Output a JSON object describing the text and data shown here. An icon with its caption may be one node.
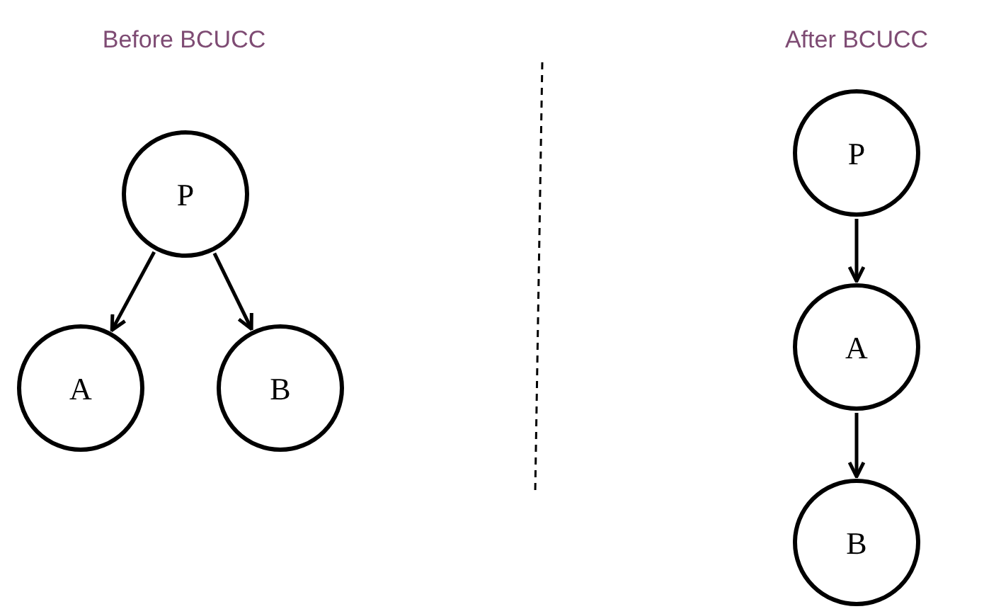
{
  "diagram": {
    "nodes": [
      {
        "text": [
          "P"
        ]
      },
      {
        "text": [
          "A"
        ]
      },
      {
        "text": [
          "B"
        ]
      },
      {
        "text": [
          "P"
        ]
      },
      {
        "text": [
          "A"
        ]
      },
      {
        "text": [
          "B"
        ]
      }
    ],
    "edges": [
      {
        "from": 0,
        "to": 1,
        "arrow": "to"
      },
      {
        "from": 0,
        "to": 2,
        "arrow": "to"
      },
      {
        "from": 3,
        "to": 4,
        "arrow": "to"
      },
      {
        "from": 4,
        "to": 5,
        "arrow": "to"
      }
    ],
    "labels": [
      "Before BCUCC",
      "After BCUCC"
    ]
  }
}
